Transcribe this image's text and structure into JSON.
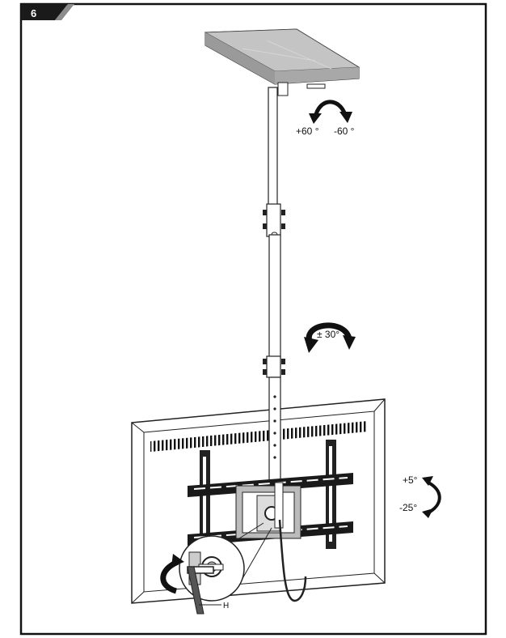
{
  "step": {
    "number": "6"
  },
  "swivel": {
    "left": "+60 °",
    "right": "-60 °"
  },
  "rotation": {
    "label": "± 30°"
  },
  "tilt": {
    "up": "+5°",
    "down": "-25°"
  },
  "part": {
    "label": "H"
  },
  "colors": {
    "frame": "#1a1a1a",
    "plate": "#b5b5b5",
    "tab": "#1a1a1a"
  }
}
